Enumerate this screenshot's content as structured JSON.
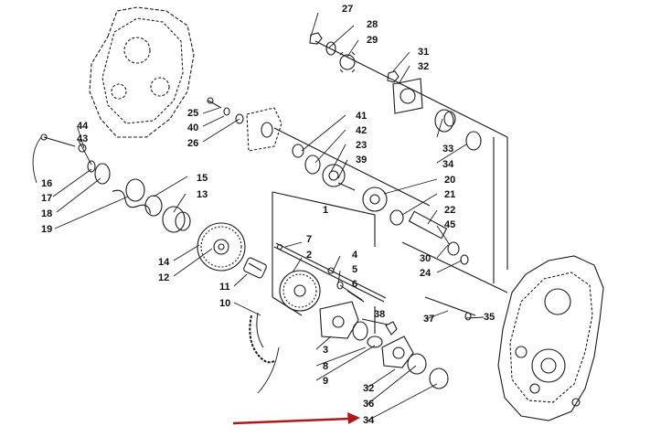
{
  "diagram": {
    "part_numbers": [
      "1",
      "2",
      "3",
      "4",
      "5",
      "6",
      "7",
      "8",
      "9",
      "10",
      "11",
      "12",
      "13",
      "14",
      "15",
      "16",
      "17",
      "18",
      "19",
      "20",
      "21",
      "22",
      "23",
      "24",
      "25",
      "26",
      "27",
      "28",
      "29",
      "30",
      "31",
      "32",
      "33",
      "34",
      "35",
      "36",
      "37",
      "38",
      "39",
      "40",
      "41",
      "42",
      "43",
      "44",
      "45"
    ],
    "callouts": {
      "c27": "27",
      "c28": "28",
      "c29": "29",
      "c31": "31",
      "c32a": "32",
      "c25": "25",
      "c40": "40",
      "c26": "26",
      "c41": "41",
      "c42": "42",
      "c23": "23",
      "c39": "39",
      "c44": "44",
      "c43": "43",
      "c16": "16",
      "c17": "17",
      "c18": "18",
      "c19": "19",
      "c15": "15",
      "c13": "13",
      "c33": "33",
      "c34a": "34",
      "c20": "20",
      "c21": "21",
      "c22": "22",
      "c45": "45",
      "c30": "30",
      "c24": "24",
      "c1": "1",
      "c7": "7",
      "c2": "2",
      "c4": "4",
      "c5": "5",
      "c6": "6",
      "c14": "14",
      "c12": "12",
      "c11": "11",
      "c10": "10",
      "c38": "38",
      "c37": "37",
      "c35": "35",
      "c3": "3",
      "c8": "8",
      "c9": "9",
      "c32b": "32",
      "c36": "36",
      "c34b": "34"
    },
    "highlight_arrow": {
      "color": "#b01818",
      "target_callout": "34"
    },
    "line_color": "#1a1a1a"
  }
}
